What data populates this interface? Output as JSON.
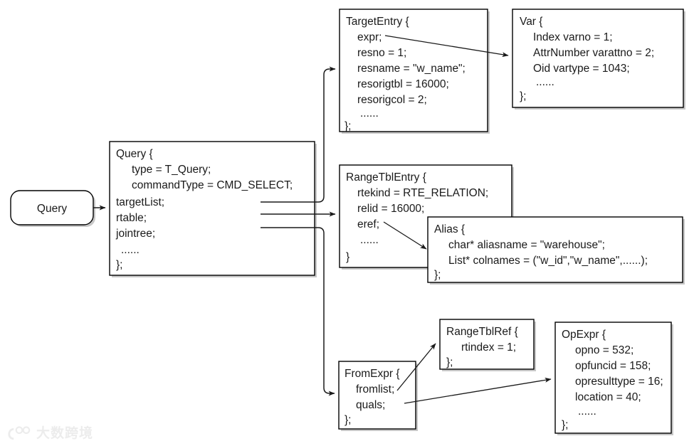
{
  "diagram": {
    "title": "PostgreSQL Query parse tree structure diagram",
    "stroke_color": "#1a1a1a",
    "box_fill": "#ffffff",
    "shadow_color": "#c8c8c8",
    "nodes": {
      "query_input": {
        "label": "Query",
        "shape": "rounded-rectangle"
      },
      "query_struct": {
        "lines": [
          "Query {",
          "type = T_Query;",
          "commandType = CMD_SELECT;",
          "targetList;",
          "rtable;",
          "jointree;",
          "......",
          "};"
        ]
      },
      "target_entry": {
        "lines": [
          "TargetEntry {",
          "expr;",
          "resno = 1;",
          "resname = \"w_name\";",
          "resorigtbl = 16000;",
          "resorigcol = 2;",
          "......",
          "};"
        ]
      },
      "var": {
        "lines": [
          "Var {",
          "Index varno = 1;",
          "AttrNumber varattno = 2;",
          "Oid vartype = 1043;",
          "......",
          "};"
        ]
      },
      "range_tbl_entry": {
        "lines": [
          "RangeTblEntry {",
          "rtekind = RTE_RELATION;",
          "relid = 16000;",
          "eref;",
          "......",
          "}"
        ]
      },
      "alias": {
        "lines": [
          "Alias {",
          "char* aliasname = \"warehouse\";",
          "List* colnames = (\"w_id\",\"w_name\",......);",
          "};"
        ]
      },
      "range_tbl_ref": {
        "lines": [
          "RangeTblRef {",
          "rtindex = 1;",
          "};"
        ]
      },
      "from_expr": {
        "lines": [
          "FromExpr {",
          "fromlist;",
          "quals;",
          "};"
        ]
      },
      "op_expr": {
        "lines": [
          "OpExpr {",
          "opno = 532;",
          "opfuncid = 158;",
          "opresulttype = 16;",
          "location = 40;",
          "......",
          "};"
        ]
      }
    },
    "edges": [
      {
        "name": "query-input-to-query-struct",
        "from": "query_input",
        "to": "query_struct"
      },
      {
        "name": "targetlist-to-target-entry",
        "from": "query_struct",
        "to": "target_entry"
      },
      {
        "name": "rtable-to-range-tbl-entry",
        "from": "query_struct",
        "to": "range_tbl_entry"
      },
      {
        "name": "jointree-to-from-expr",
        "from": "query_struct",
        "to": "from_expr"
      },
      {
        "name": "expr-to-var",
        "from": "target_entry",
        "to": "var"
      },
      {
        "name": "eref-to-alias",
        "from": "range_tbl_entry",
        "to": "alias"
      },
      {
        "name": "fromlist-to-range-tbl-ref",
        "from": "from_expr",
        "to": "range_tbl_ref"
      },
      {
        "name": "quals-to-op-expr",
        "from": "from_expr",
        "to": "op_expr"
      }
    ]
  },
  "watermark": {
    "text": "大数跨境",
    "color": "#d4d4d4"
  }
}
